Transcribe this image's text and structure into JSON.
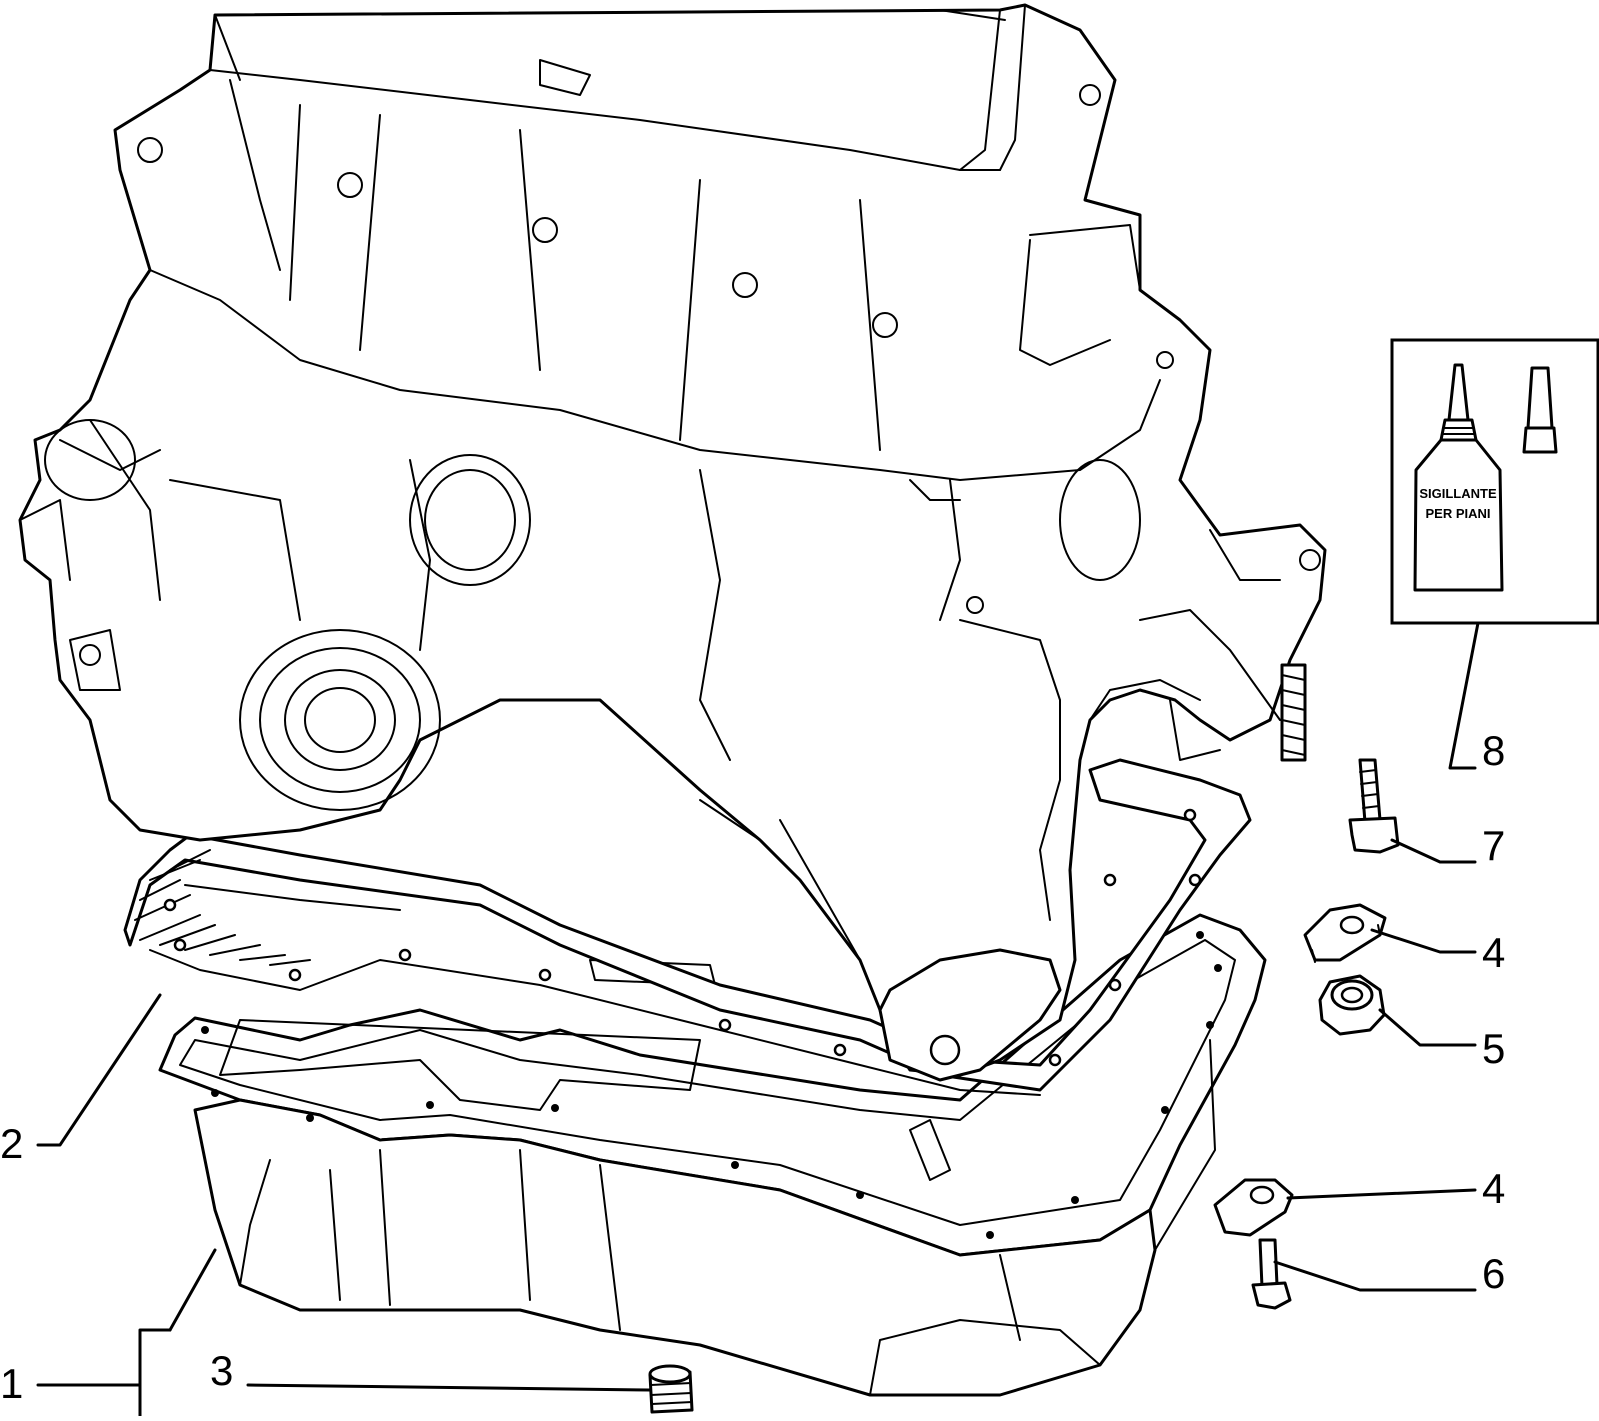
{
  "diagram": {
    "callouts": [
      {
        "id": "1",
        "label": "1"
      },
      {
        "id": "2",
        "label": "2"
      },
      {
        "id": "3",
        "label": "3"
      },
      {
        "id": "4a",
        "label": "4"
      },
      {
        "id": "4b",
        "label": "4"
      },
      {
        "id": "5",
        "label": "5"
      },
      {
        "id": "6",
        "label": "6"
      },
      {
        "id": "7",
        "label": "7"
      },
      {
        "id": "8",
        "label": "8"
      }
    ],
    "sealant_label_line1": "SIGILLANTE",
    "sealant_label_line2": "PER PIANI",
    "colors": {
      "ink": "#000000",
      "paper": "#ffffff"
    }
  }
}
